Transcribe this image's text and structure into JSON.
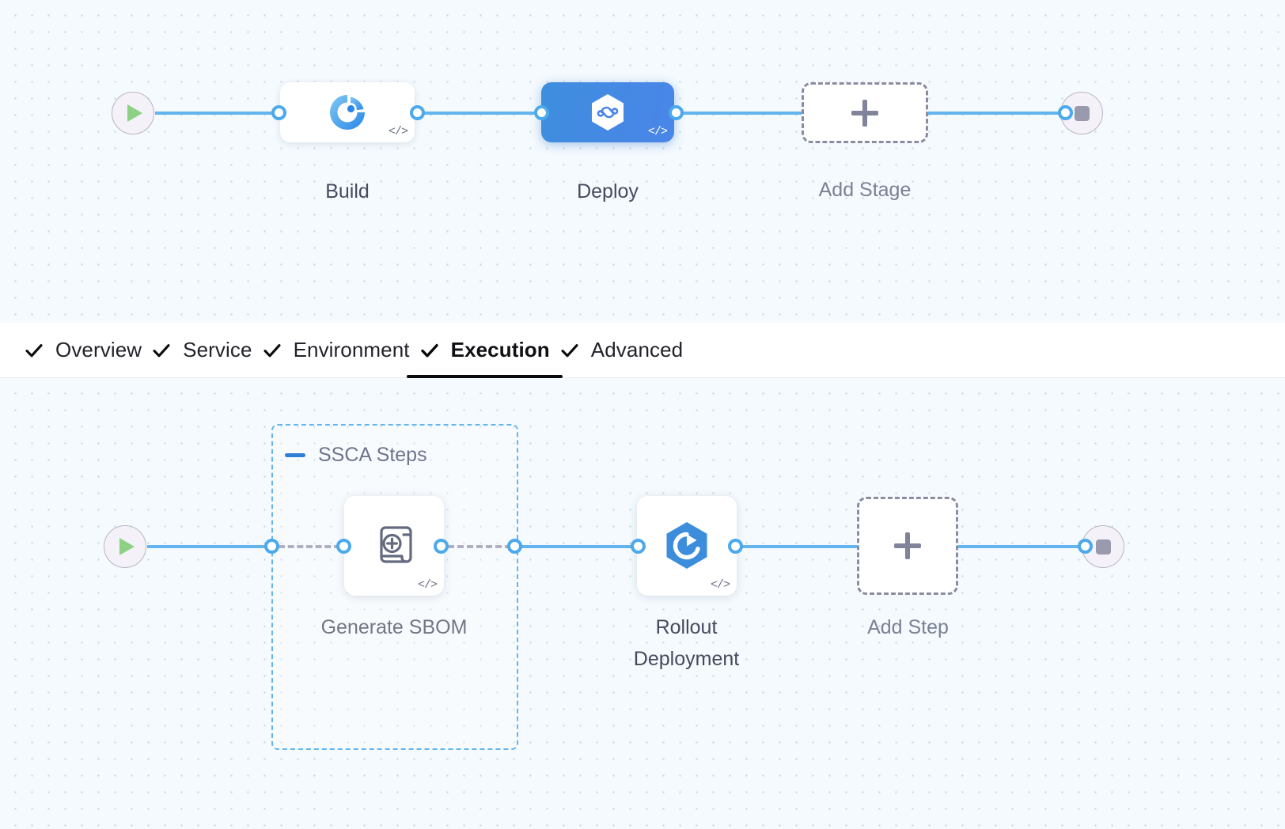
{
  "colors": {
    "canvas_bg": "#f4fafe",
    "link": "#63b4ef",
    "port_ring": "#4ba9ec",
    "selected_stage": "#3e8ede",
    "group_border": "#64b6ef",
    "add_dashed": "#8b8ca3",
    "label": "#46495c",
    "muted_label": "#7c8095",
    "play_green": "#8ed184",
    "stop_gray": "#9a9aae"
  },
  "stage_row": {
    "start_node": {
      "icon": "play-icon",
      "label": ""
    },
    "end_node": {
      "icon": "stop-icon",
      "label": ""
    },
    "stages": [
      {
        "label": "Build",
        "icon": "build-donut-icon",
        "selected": false,
        "code_badge": "</>"
      },
      {
        "label": "Deploy",
        "icon": "deploy-hexagon-infinity-icon",
        "selected": true,
        "code_badge": "</>"
      }
    ],
    "add_stage": {
      "label": "Add Stage",
      "icon": "plus-icon"
    }
  },
  "tabs": {
    "items": [
      {
        "label": "Overview",
        "check": "check-icon",
        "active": false
      },
      {
        "label": "Service",
        "check": "check-icon",
        "active": false
      },
      {
        "label": "Environment",
        "check": "check-icon",
        "active": false
      },
      {
        "label": "Execution",
        "check": "check-icon",
        "active": true
      },
      {
        "label": "Advanced",
        "check": "check-icon",
        "active": false
      }
    ]
  },
  "step_row": {
    "start_node": {
      "icon": "play-icon"
    },
    "end_node": {
      "icon": "stop-icon"
    },
    "group": {
      "title": "SSCA Steps",
      "collapse_icon": "collapse-minus-icon"
    },
    "steps": [
      {
        "label": "Generate SBOM",
        "icon": "sbom-scroll-plus-icon",
        "code_badge": "</>"
      },
      {
        "label": "Rollout\nDeployment",
        "icon": "rollout-hexagon-refresh-icon",
        "code_badge": "</>"
      }
    ],
    "add_step": {
      "label": "Add Step",
      "icon": "plus-icon"
    }
  }
}
